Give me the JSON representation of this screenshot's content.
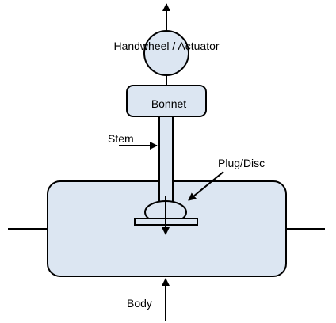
{
  "labels": {
    "actuator": "Handwheel / Actuator",
    "bonnet": "Bonnet",
    "stem": "Stem",
    "plug": "Plug/Disc",
    "body": "Body"
  },
  "colors": {
    "fill": "#dce6f2",
    "stroke": "#000000",
    "background": "#ffffff"
  }
}
